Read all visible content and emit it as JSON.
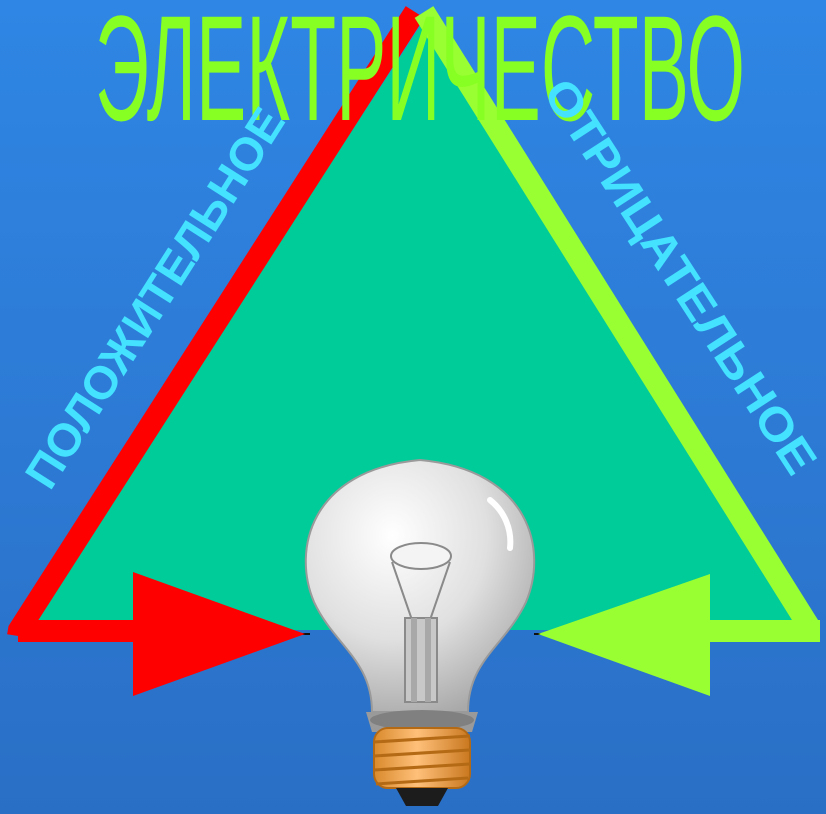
{
  "diagram": {
    "title": "ЭЛЕКТРИЧЕСТВО",
    "left_label": "ПОЛОЖИТЕЛЬНОЕ",
    "right_label": "ОТРИЦАТЕЛЬНОЕ"
  },
  "colors": {
    "background_top": "#2f86e4",
    "background_bottom": "#2a6fc6",
    "triangle_fill": "#00cc99",
    "positive": "#ff0000",
    "negative": "#99ff33",
    "label_text": "#44e2ff",
    "title_text": "#88ff22",
    "bulb_glass": "#d8d8d8",
    "bulb_base": "#f2a54a"
  },
  "icons": {
    "bulb": "light-bulb-icon",
    "positive_arrow": "arrow-right-icon",
    "negative_arrow": "arrow-left-icon"
  }
}
